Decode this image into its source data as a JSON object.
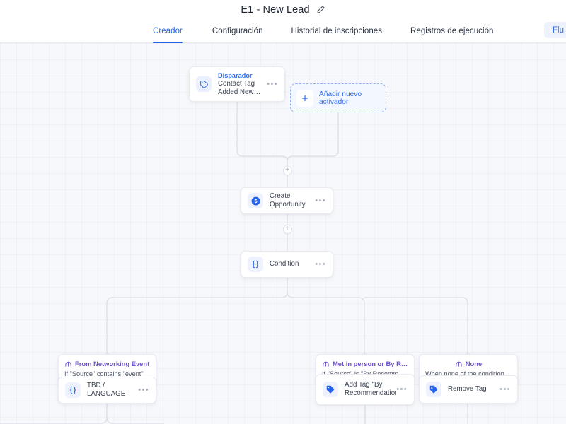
{
  "header": {
    "title": "E1 - New Lead",
    "edit_icon": "pencil-icon"
  },
  "tabs": [
    {
      "label": "Creador",
      "active": true
    },
    {
      "label": "Configuración",
      "active": false
    },
    {
      "label": "Historial de inscripciones",
      "active": false
    },
    {
      "label": "Registros de ejecución",
      "active": false
    }
  ],
  "toolbar": {
    "flow_button_label": "Flu"
  },
  "colors": {
    "accent_blue": "#2563eb",
    "branch_purple": "#6d4fcc",
    "canvas_bg": "#f7f8fb",
    "node_border": "#e9ebf1"
  },
  "canvas": {
    "trigger": {
      "kicker": "Disparador",
      "label": "Contact Tag Added New Lead",
      "icon": "tag-outline-icon",
      "menu": "•••"
    },
    "add_trigger": {
      "label": "Añadir nuevo activador",
      "icon": "plus-icon"
    },
    "nodes": [
      {
        "label": "Create Opportunity",
        "icon": "dollar-circle-icon",
        "menu": "•••"
      },
      {
        "label": "Condition",
        "icon": "braces-icon",
        "menu": "•••"
      },
      {
        "label": "TBD / LANGUAGE",
        "icon": "braces-icon",
        "menu": "•••"
      },
      {
        "label": "Add Tag \"By Recommendation\"",
        "icon": "tag-filled-icon",
        "menu": "•••"
      },
      {
        "label": "Remove Tag",
        "icon": "tag-remove-icon",
        "menu": "•••"
      }
    ],
    "branches": [
      {
        "title": "From Networking Event",
        "description": "If \"Source\" contains \"event\"",
        "icon": "branch-icon"
      },
      {
        "title": "Met in person or By Recomme...",
        "description": "If  \"Source\" is \"By Recommendation\" a...",
        "icon": "branch-icon"
      },
      {
        "title": "None",
        "description": "When none of the conditions are met",
        "icon": "branch-icon"
      }
    ],
    "edge_plus_label": "+"
  }
}
